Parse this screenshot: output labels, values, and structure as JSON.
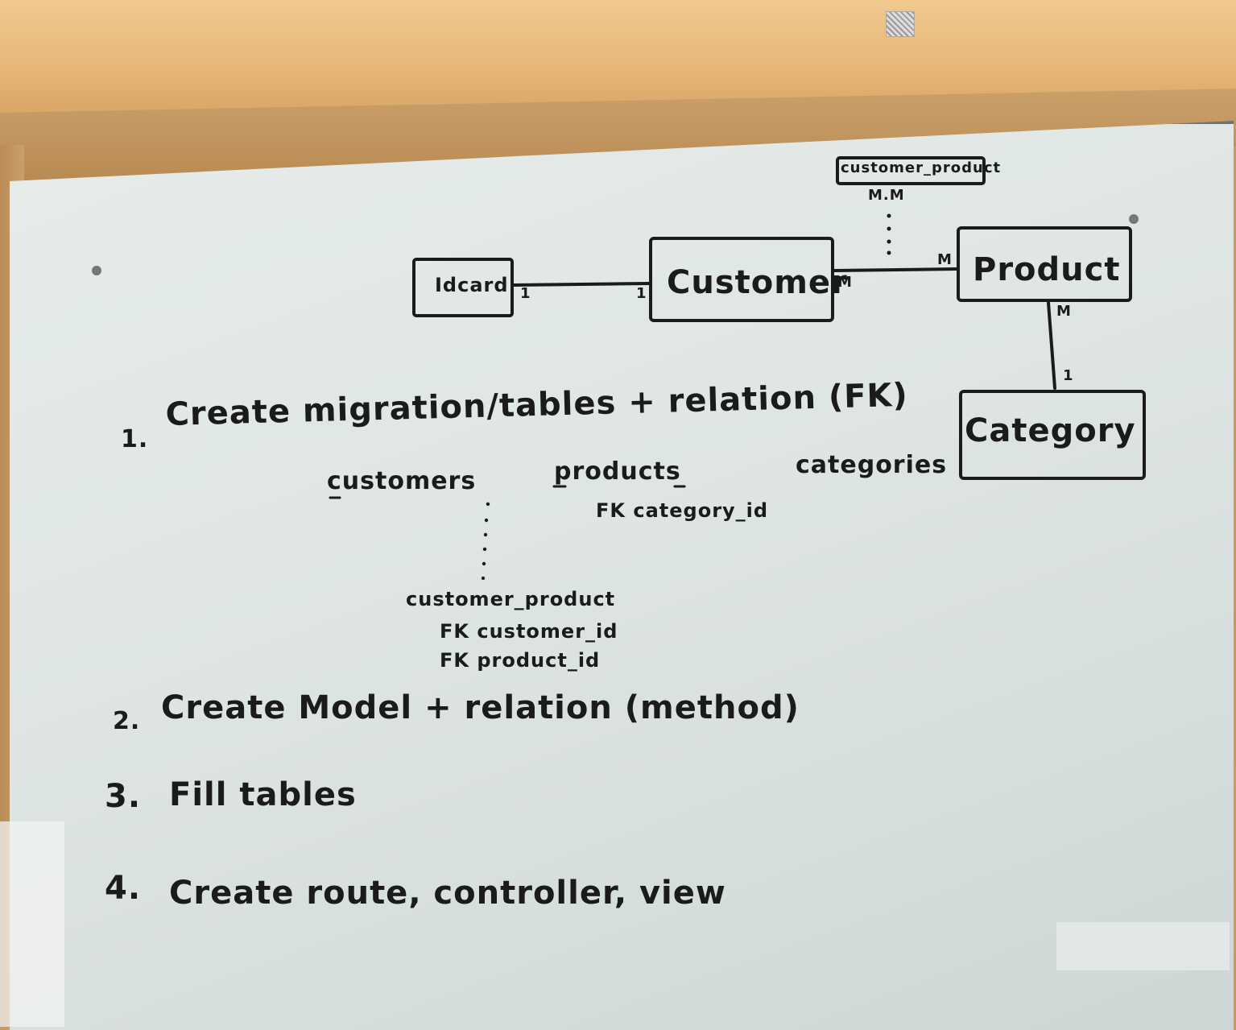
{
  "diagram": {
    "pivot_label": "customer_product",
    "pivot_cardinality": "M.M",
    "entities": [
      {
        "key": "idcard",
        "label": "Idcard"
      },
      {
        "key": "customer",
        "label": "Customer"
      },
      {
        "key": "product",
        "label": "Product"
      },
      {
        "key": "category",
        "label": "Category"
      }
    ],
    "cardinalities": {
      "idcard_side": "1",
      "customer_idcard_side": "1",
      "customer_product_side": "M",
      "product_customer_side": "M",
      "product_category_side": "M",
      "category_side": "1"
    }
  },
  "steps": [
    {
      "number": "1.",
      "text": "Create migration/tables + relation (FK)"
    },
    {
      "number": "2.",
      "text": "Create Model + relation (method)"
    },
    {
      "number": "3.",
      "text": "Fill tables"
    },
    {
      "number": "4.",
      "text": "Create route, controller, view"
    }
  ],
  "tables": {
    "customers": "customers",
    "products": "products",
    "products_fk": "FK category_id",
    "categories": "categories",
    "pivot_name": "customer_product",
    "pivot_fk_1": "FK customer_id",
    "pivot_fk_2": "FK product_id"
  }
}
